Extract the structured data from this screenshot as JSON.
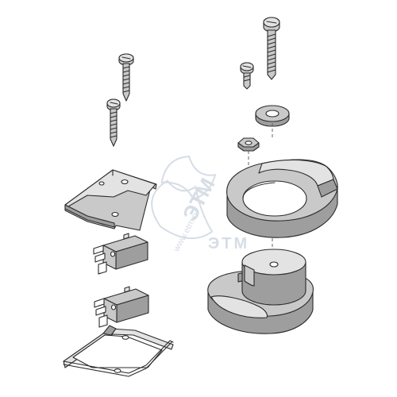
{
  "watermark": {
    "brand": "ЭТМ",
    "site": "www.etm.ru",
    "logo_letters": "ЭТМ",
    "color": "#d7dde6"
  },
  "colors": {
    "line": "#2b2b2b",
    "fill_mid": "#c9c9c9",
    "fill_dark": "#9e9e9e",
    "fill_light": "#e3e3e3"
  }
}
